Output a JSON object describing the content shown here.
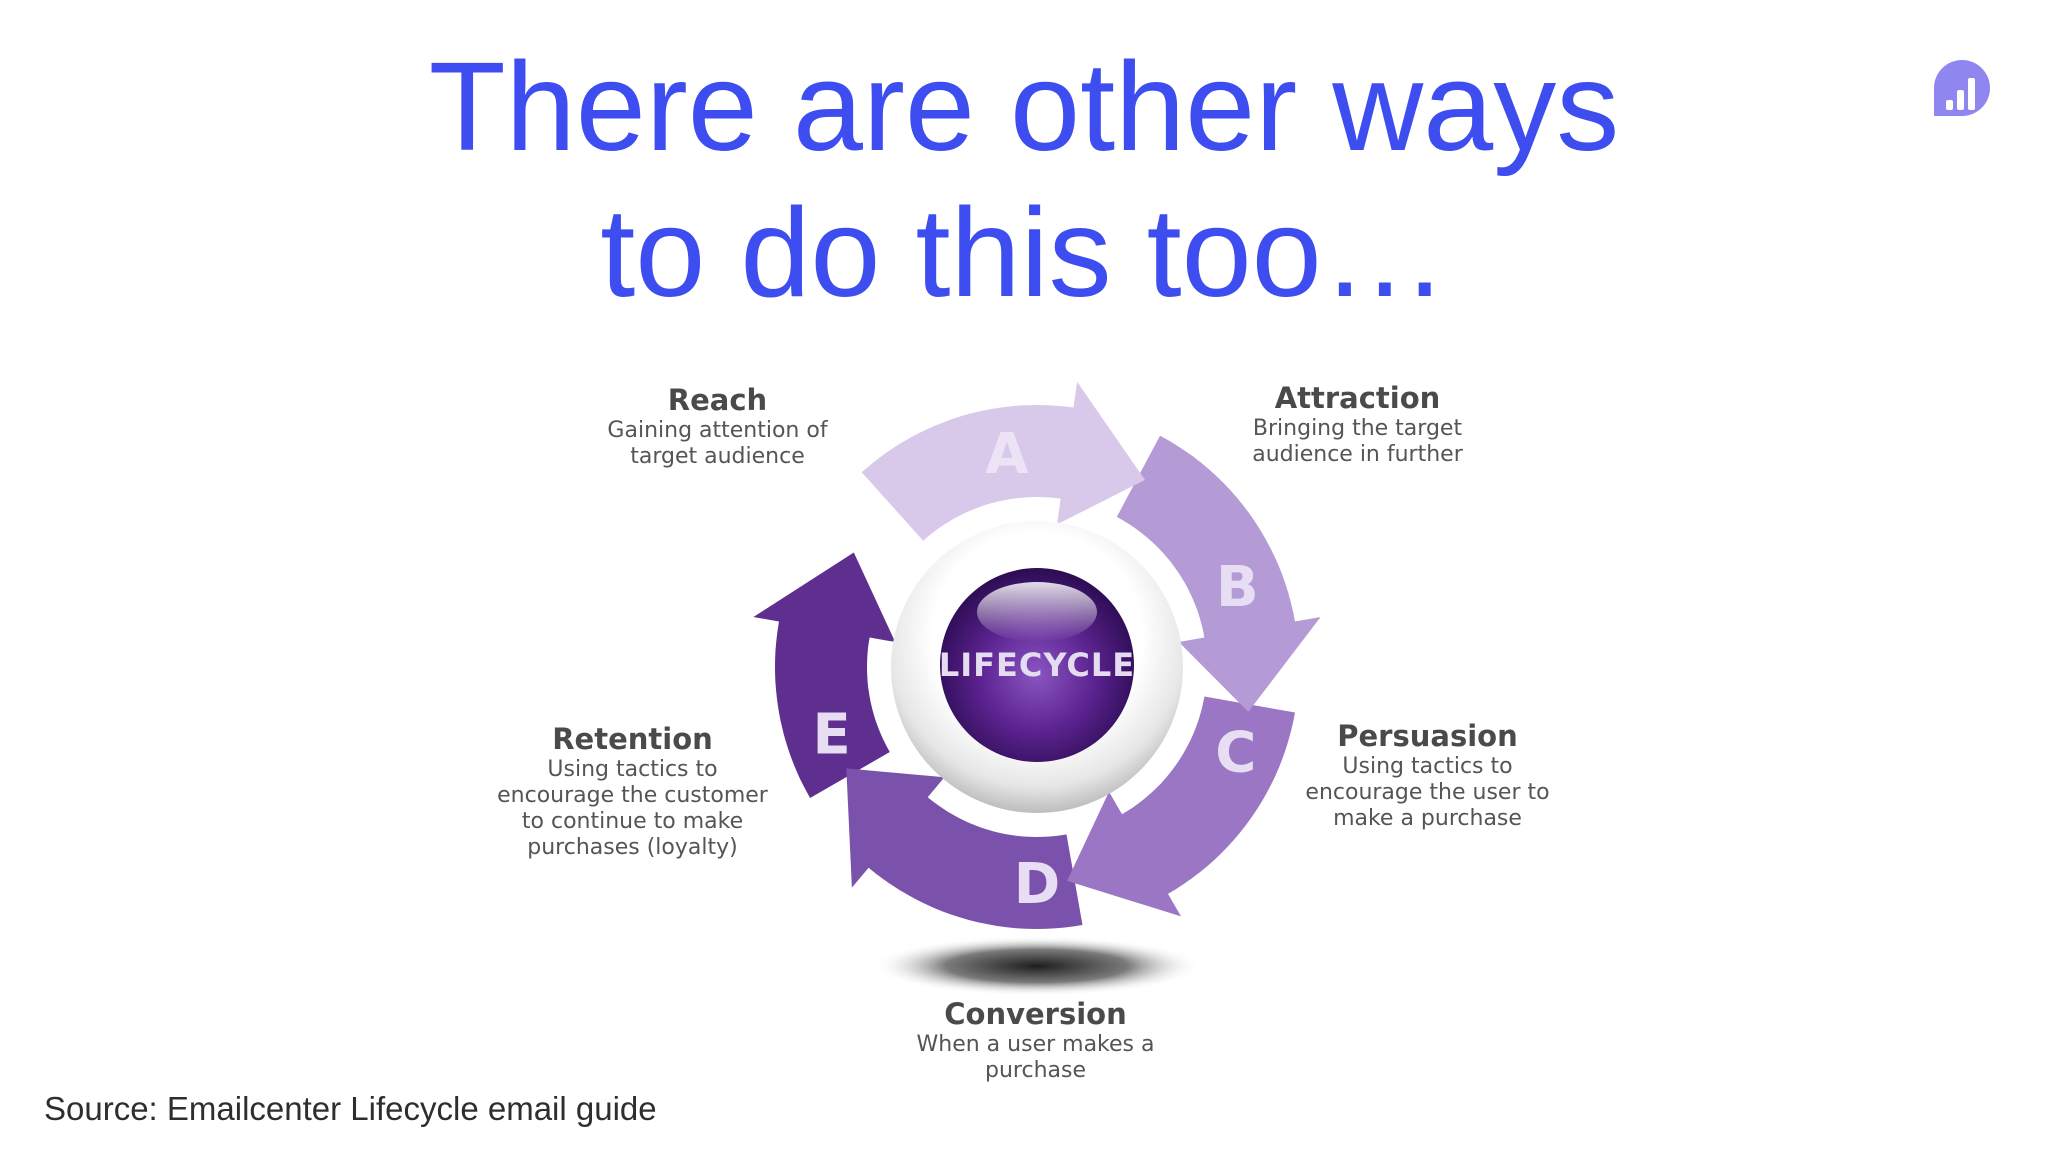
{
  "slide": {
    "title_line1": "There are other ways",
    "title_line2": "to do this too…",
    "source": "Source: Emailcenter Lifecycle email guide",
    "title_color": "#3d4df0",
    "logo_icon": "bar-chart-logo-icon"
  },
  "diagram": {
    "center_label": "LIFECYCLE",
    "stages": [
      {
        "letter": "A",
        "name": "Reach",
        "desc": [
          "Gaining attention of",
          "target audience"
        ],
        "color": "#d8c8ea"
      },
      {
        "letter": "B",
        "name": "Attraction",
        "desc": [
          "Bringing the target",
          "audience in further"
        ],
        "color": "#b59bd6"
      },
      {
        "letter": "C",
        "name": "Persuasion",
        "desc": [
          "Using tactics to",
          "encourage the user to",
          "make a purchase"
        ],
        "color": "#9a76c4"
      },
      {
        "letter": "D",
        "name": "Conversion",
        "desc": [
          "When a user makes a",
          "purchase"
        ],
        "color": "#7b52ab"
      },
      {
        "letter": "E",
        "name": "Retention",
        "desc": [
          "Using tactics to",
          "encourage the customer",
          "to continue to make",
          "purchases (loyalty)"
        ],
        "color": "#5e2f8e"
      }
    ]
  }
}
